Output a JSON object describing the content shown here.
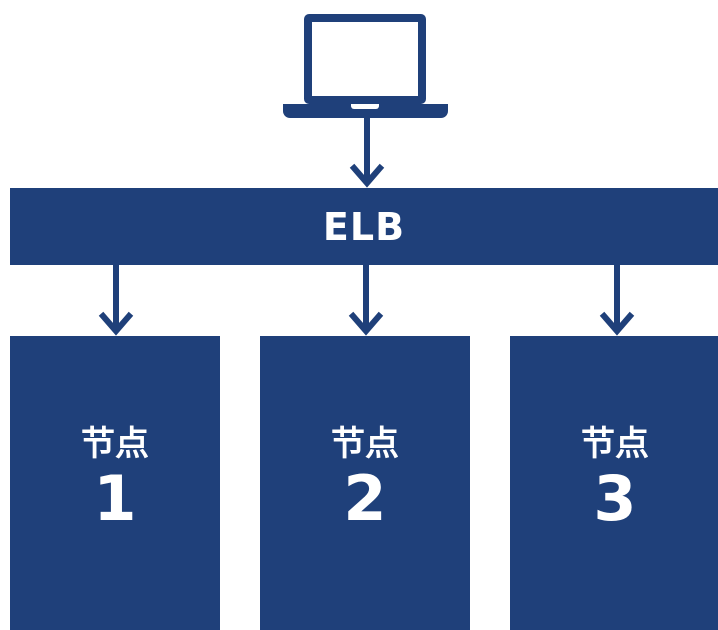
{
  "elb": {
    "label": "ELB"
  },
  "nodes": [
    {
      "label": "节点",
      "number": "1"
    },
    {
      "label": "节点",
      "number": "2"
    },
    {
      "label": "节点",
      "number": "3"
    }
  ],
  "colors": {
    "primary": "#1f407a",
    "text_on_primary": "#ffffff",
    "background": "#ffffff"
  },
  "icons": {
    "client": "laptop-icon"
  }
}
